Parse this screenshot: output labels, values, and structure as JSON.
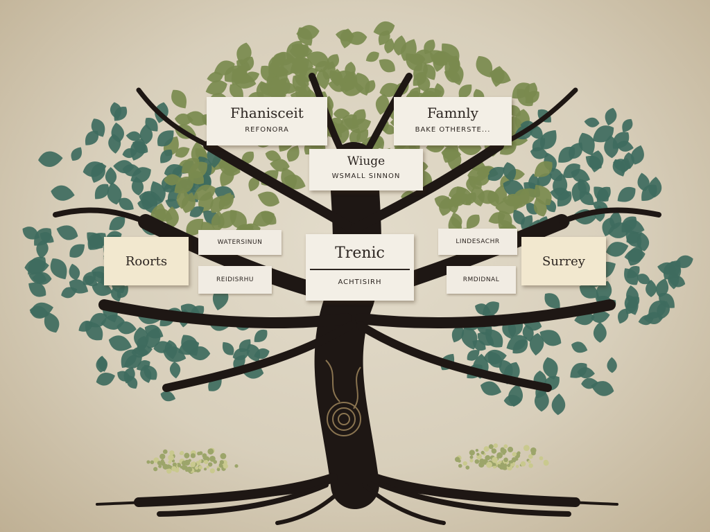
{
  "scene": {
    "colors": {
      "background": "#d8cfbb",
      "trunk": "#1e1714",
      "leaf_olive": "#7a8a4e",
      "leaf_teal": "#3e6b5e",
      "card": "#f3efe6",
      "card_gold": "#f2e8cf",
      "text": "#2b2420"
    }
  },
  "cards": {
    "top_left": {
      "title": "Fhanisceit",
      "subtitle": "REFONORA"
    },
    "top_right": {
      "title": "Famnly",
      "subtitle": "BAKE OTHERSTE..."
    },
    "middle": {
      "title": "Wiuge",
      "subtitle": "WSMALL SINNON"
    },
    "center": {
      "title": "Trenic",
      "subtitle": "ACHTISIRH"
    },
    "left_label": "Roorts",
    "right_label": "Surrey",
    "tab_left_upper": "WATERSINUN",
    "tab_left_lower": "REIDISRHU",
    "tab_right_upper": "LINDESACHR",
    "tab_right_lower": "RMDIDNAL"
  }
}
